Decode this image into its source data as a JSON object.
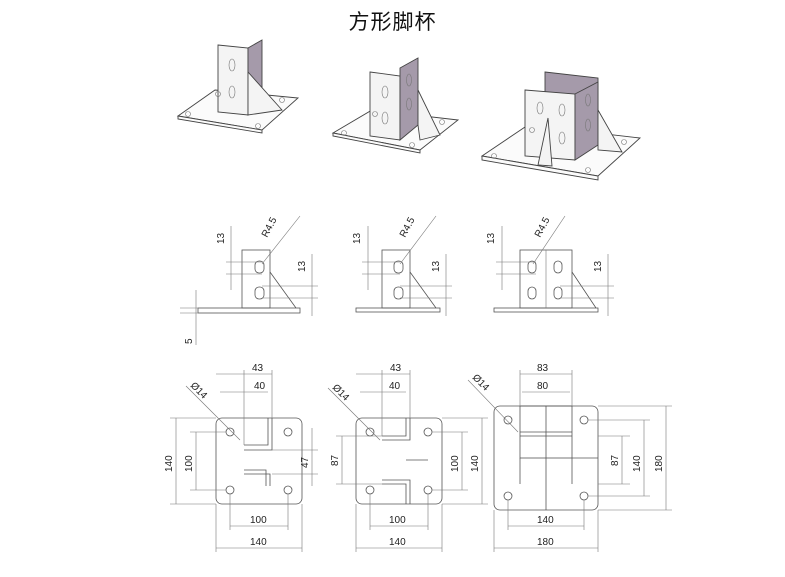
{
  "title": "方形脚杯",
  "side_views": [
    {
      "radius_label": "R4.5",
      "hole_dim_a": "13",
      "hole_dim_b": "13",
      "plate_thickness": "5"
    },
    {
      "radius_label": "R4.5",
      "hole_dim_a": "13",
      "hole_dim_b": "13"
    },
    {
      "radius_label": "R4.5",
      "hole_dim_a": "13",
      "hole_dim_b": "13"
    }
  ],
  "plan_views": [
    {
      "hole_dia": "Ø14",
      "top_outer": "43",
      "top_inner": "40",
      "left_outer": "140",
      "left_inner": "100",
      "right_dim": "47",
      "bottom_inner": "100",
      "bottom_outer": "140"
    },
    {
      "hole_dia": "Ø14",
      "top_outer": "43",
      "top_inner": "40",
      "left_dim": "87",
      "right_inner": "100",
      "right_outer": "140",
      "bottom_inner": "100",
      "bottom_outer": "140"
    },
    {
      "hole_dia": "Ø14",
      "top_outer": "83",
      "top_inner": "80",
      "right_inner": "87",
      "right_mid": "140",
      "right_outer": "180",
      "bottom_inner": "140",
      "bottom_outer": "180"
    }
  ]
}
